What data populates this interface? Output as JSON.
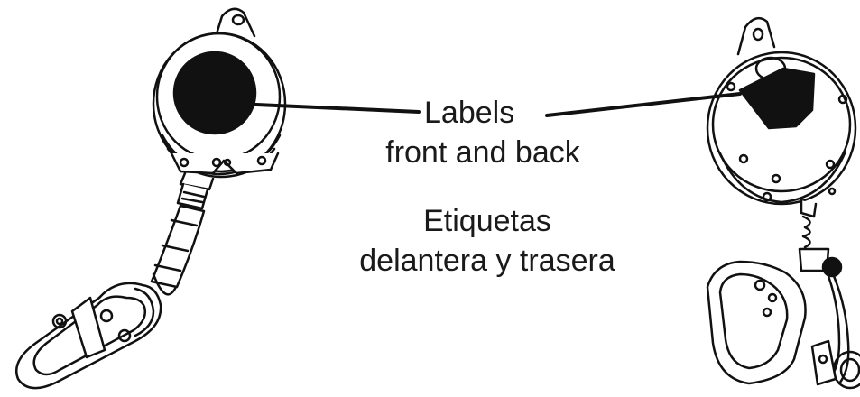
{
  "labels": {
    "english_line1": "Labels",
    "english_line2": "front and back",
    "spanish_line1": "Etiquetas",
    "spanish_line2": "delantera y trasera"
  },
  "colors": {
    "ink": "#111111",
    "background": "#ffffff"
  },
  "icons": [
    "retractable-lifeline-front-icon",
    "retractable-lifeline-back-icon",
    "snap-hook-icon"
  ]
}
